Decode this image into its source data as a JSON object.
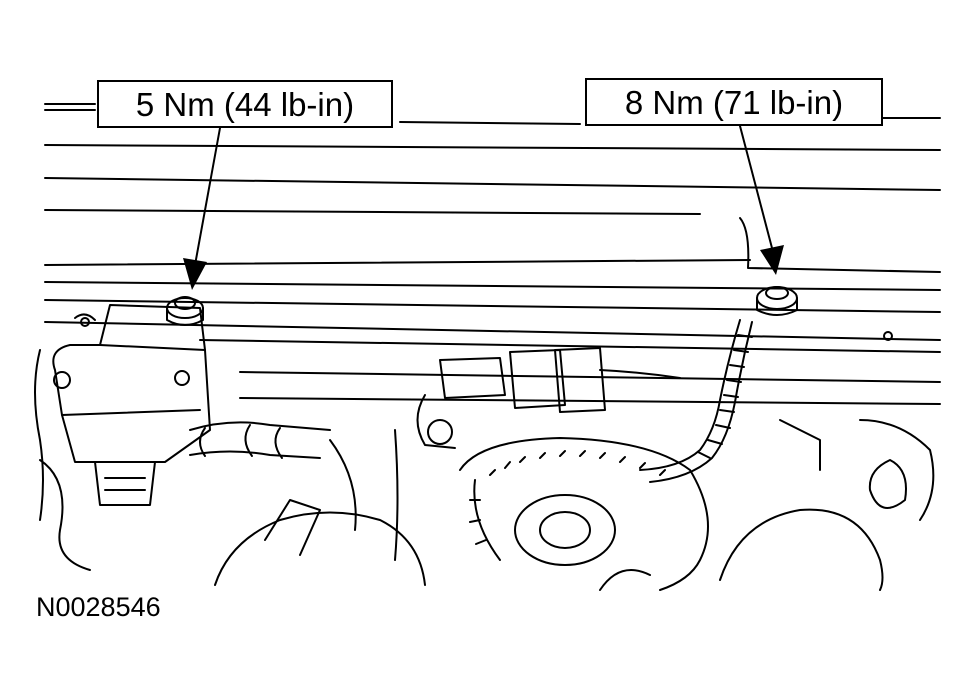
{
  "callouts": {
    "left": {
      "label": "5 Nm (44 lb-in)"
    },
    "right": {
      "label": "8 Nm (71 lb-in)"
    }
  },
  "figure_id": "N0028546",
  "colors": {
    "line": "#000000",
    "background": "#ffffff"
  }
}
